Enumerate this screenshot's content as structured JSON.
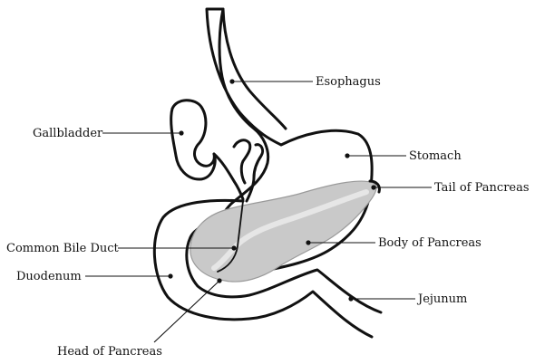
{
  "diagram": {
    "labels": {
      "esophagus": "Esophagus",
      "gallbladder": "Gallbladder",
      "stomach": "Stomach",
      "tail_of_pancreas": "Tail of Pancreas",
      "common_bile_duct": "Common Bile Duct",
      "body_of_pancreas": "Body of Pancreas",
      "duodenum": "Duodenum",
      "jejunum": "Jejunum",
      "head_of_pancreas": "Head of Pancreas"
    }
  }
}
